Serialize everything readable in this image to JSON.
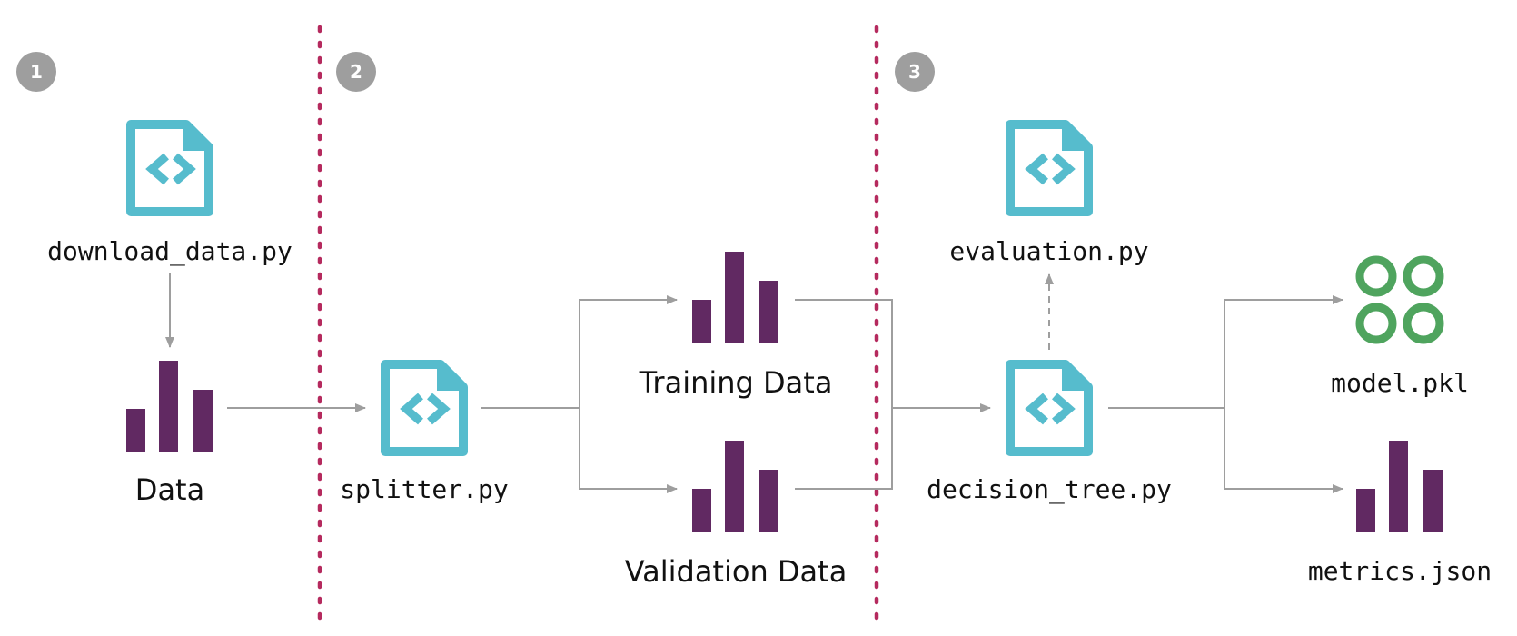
{
  "colors": {
    "file_icon": "#56BCCD",
    "data_bars": "#612962",
    "model_icon": "#4FA45E",
    "divider": "#B52A5E",
    "badge": "#9E9E9E",
    "arrow": "#9E9E9E",
    "text": "#111111"
  },
  "stages": [
    {
      "number": "1"
    },
    {
      "number": "2"
    },
    {
      "number": "3"
    }
  ],
  "nodes": {
    "download_script": {
      "label": "download_data.py",
      "icon": "code-file-icon"
    },
    "data": {
      "label": "Data",
      "icon": "bar-chart-icon"
    },
    "splitter_script": {
      "label": "splitter.py",
      "icon": "code-file-icon"
    },
    "training_data": {
      "label": "Training Data",
      "icon": "bar-chart-icon"
    },
    "validation_data": {
      "label": "Validation Data",
      "icon": "bar-chart-icon"
    },
    "evaluation_script": {
      "label": "evaluation.py",
      "icon": "code-file-icon"
    },
    "decision_tree_script": {
      "label": "decision_tree.py",
      "icon": "code-file-icon"
    },
    "model": {
      "label": "model.pkl",
      "icon": "model-rings-icon"
    },
    "metrics": {
      "label": "metrics.json",
      "icon": "bar-chart-icon"
    }
  }
}
